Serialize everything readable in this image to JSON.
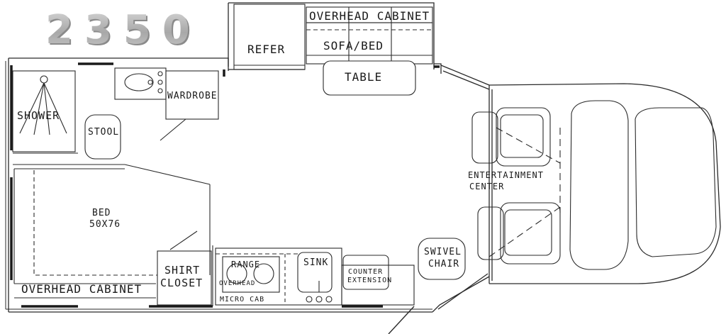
{
  "model_number": "2350",
  "labels": {
    "overhead_cabinet_top": "OVERHEAD CABINET",
    "refer": "REFER",
    "sofa_bed": "SOFA/BED",
    "table": "TABLE",
    "shower": "SHOWER",
    "wardrobe": "WARDROBE",
    "stool": "STOOL",
    "entertainment_center_1": "ENTERTAINMENT",
    "entertainment_center_2": "CENTER",
    "bed": "BED",
    "bed_size": "50X76",
    "swivel_chair_1": "SWIVEL",
    "swivel_chair_2": "CHAIR",
    "shirt_closet_1": "SHIRT",
    "shirt_closet_2": "CLOSET",
    "overhead_cabinet_bottom": "OVERHEAD CABINET",
    "range": "RANGE",
    "overhead": "OVERHEAD",
    "micro_cab": "MICRO CAB",
    "sink": "SINK",
    "counter_extension_1": "COUNTER",
    "counter_extension_2": "EXTENSION"
  },
  "colors": {
    "line": "#2a2a2a",
    "model_text": "#b8b8b8",
    "model_shadow": "#7a7a7a"
  }
}
